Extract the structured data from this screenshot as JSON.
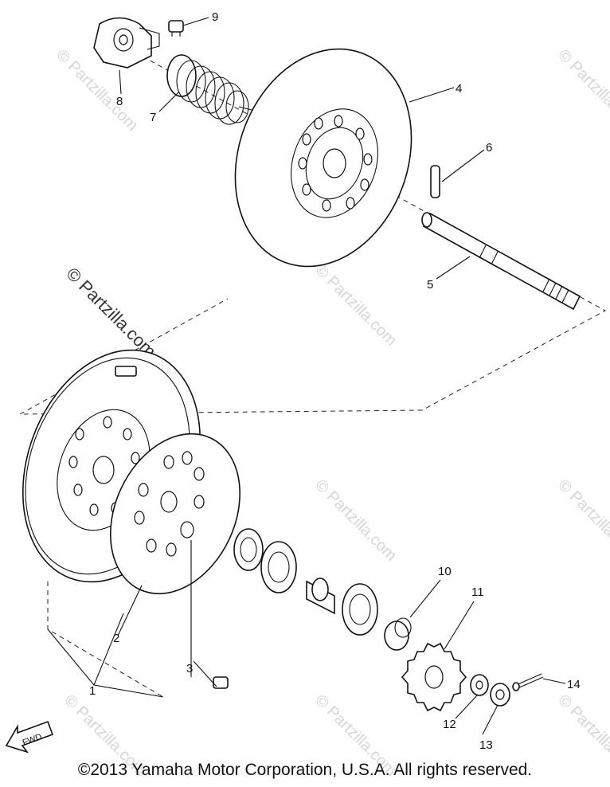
{
  "watermarks": {
    "partzilla_main": "© Partzilla.com",
    "partzilla_small": "© Partzilla.com"
  },
  "fwd_label": "FWD",
  "callouts": [
    "1",
    "2",
    "3",
    "4",
    "5",
    "6",
    "7",
    "8",
    "9",
    "10",
    "11",
    "12",
    "13",
    "14"
  ],
  "copyright": "©2013  Yamaha Motor Corporation, U.S.A. All rights reserved."
}
